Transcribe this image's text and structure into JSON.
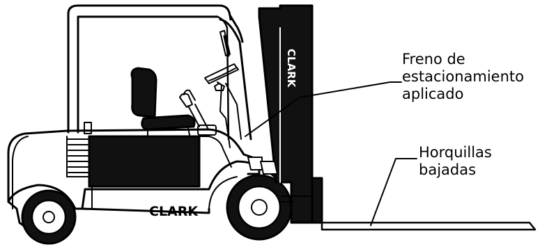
{
  "callouts": {
    "parking_brake": {
      "lines": [
        "Freno de",
        "estacionamiento",
        "aplicado"
      ]
    },
    "forks_lowered": {
      "lines": [
        "Horquillas",
        "bajadas"
      ]
    }
  },
  "branding": {
    "mast_logo": "CLARK",
    "body_logo": "CLARK"
  },
  "colors": {
    "ink": "#000000",
    "paper": "#ffffff",
    "panel": "#111111"
  },
  "icons": [
    "seat-icon",
    "steering-wheel-icon",
    "lever-icon",
    "mirror-icon"
  ]
}
